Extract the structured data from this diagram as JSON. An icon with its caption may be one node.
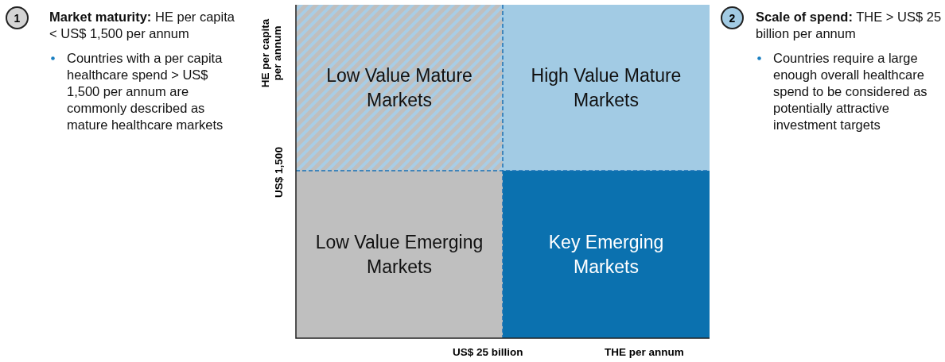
{
  "diagram": {
    "nodes": [
      {
        "text": [
          "Low Value Mature Markets"
        ]
      },
      {
        "text": [
          "High Value Mature Markets"
        ]
      },
      {
        "text": [
          "Low Value Emerging Markets"
        ]
      },
      {
        "text": [
          "Key Emerging Markets"
        ]
      },
      {
        "text": [
          "1"
        ],
        "beside": [
          "**Market maturity:** HE per capita < US$ 1,500 per annum",
          "Countries with a per capita healthcare spend > US$ 1,500 per annum are commonly described as mature healthcare markets"
        ]
      },
      {
        "text": [
          "2"
        ],
        "beside": [
          "**Scale of spend:** THE > US$ 25 billion per annum",
          "Countries require a large enough overall healthcare spend to be considered as potentially attractive investment targets"
        ]
      }
    ],
    "labels": [
      "HE per capita per annum",
      "US$ 1,500",
      "US$ 25 billion",
      "THE per annum"
    ]
  }
}
